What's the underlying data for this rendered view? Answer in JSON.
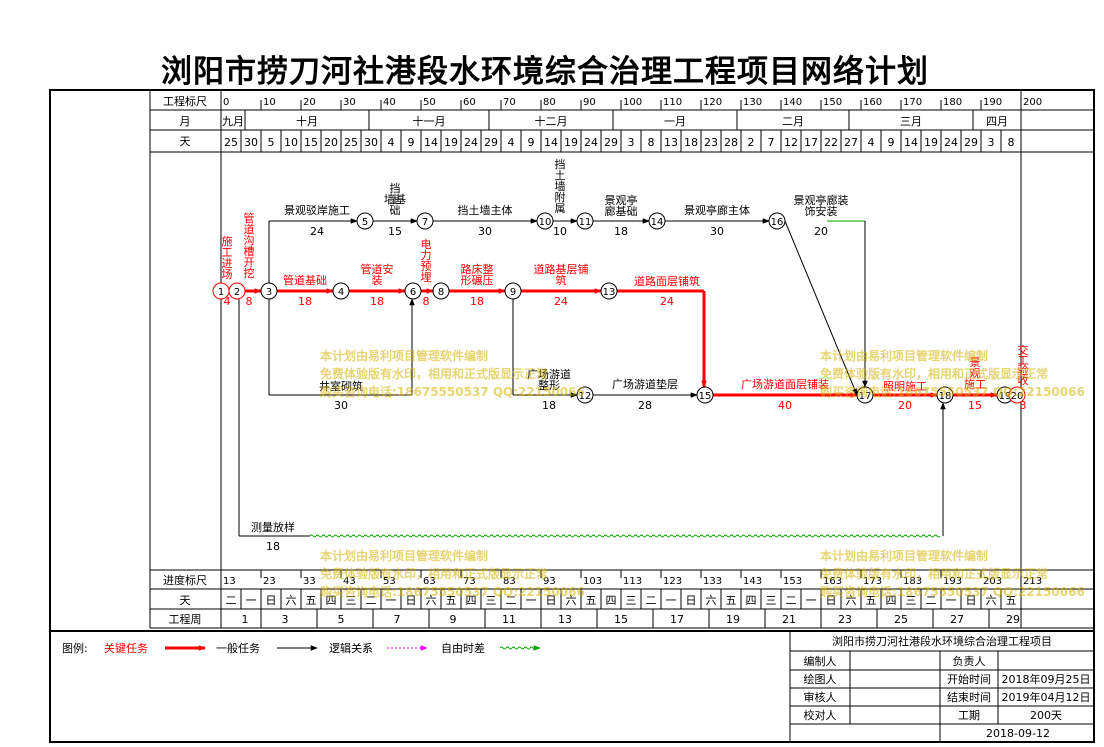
{
  "title": "浏阳市捞刀河社港段水环境综合治理工程项目网络计划",
  "header": {
    "scale_label": "工程标尺",
    "month_label": "月",
    "day_label": "天",
    "scale_ticks": [
      "0",
      "10",
      "20",
      "30",
      "40",
      "50",
      "60",
      "70",
      "80",
      "90",
      "100",
      "110",
      "120",
      "130",
      "140",
      "150",
      "160",
      "170",
      "180",
      "190",
      "200"
    ],
    "months": [
      {
        "label": "九月",
        "start": 0,
        "end": 6
      },
      {
        "label": "十月",
        "start": 6,
        "end": 37
      },
      {
        "label": "十一月",
        "start": 37,
        "end": 67
      },
      {
        "label": "十二月",
        "start": 67,
        "end": 98
      },
      {
        "label": "一月",
        "start": 98,
        "end": 129
      },
      {
        "label": "二月",
        "start": 129,
        "end": 157
      },
      {
        "label": "三月",
        "start": 157,
        "end": 188
      },
      {
        "label": "四月",
        "start": 188,
        "end": 200
      }
    ],
    "days": [
      "25",
      "30",
      "5",
      "10",
      "15",
      "20",
      "25",
      "30",
      "4",
      "9",
      "14",
      "19",
      "24",
      "29",
      "4",
      "9",
      "14",
      "19",
      "24",
      "29",
      "3",
      "8",
      "13",
      "18",
      "23",
      "28",
      "2",
      "7",
      "12",
      "17",
      "22",
      "27",
      "4",
      "9",
      "14",
      "19",
      "24",
      "29",
      "3",
      "8"
    ]
  },
  "footer": {
    "progress_label": "进度标尺",
    "weekday_label": "天",
    "week_label": "工程周",
    "progress_ticks": [
      "13",
      "23",
      "33",
      "43",
      "53",
      "63",
      "73",
      "83",
      "93",
      "103",
      "113",
      "123",
      "133",
      "143",
      "153",
      "163",
      "173",
      "183",
      "193",
      "203",
      "213"
    ],
    "weekdays": [
      "二",
      "一",
      "日",
      "六",
      "五",
      "四",
      "三",
      "二",
      "一",
      "日",
      "六",
      "五",
      "四",
      "三",
      "二",
      "一",
      "日",
      "六",
      "五",
      "四",
      "三",
      "二",
      "一",
      "日",
      "六",
      "五",
      "四",
      "三",
      "二",
      "一",
      "日",
      "六",
      "五",
      "四",
      "三",
      "二",
      "一",
      "日",
      "六",
      "五"
    ],
    "weeks": [
      {
        "label": "1",
        "start": 0,
        "end": 10
      },
      {
        "label": "3",
        "start": 10,
        "end": 24
      },
      {
        "label": "5",
        "start": 24,
        "end": 38
      },
      {
        "label": "7",
        "start": 38,
        "end": 52
      },
      {
        "label": "9",
        "start": 52,
        "end": 66
      },
      {
        "label": "11",
        "start": 66,
        "end": 80
      },
      {
        "label": "13",
        "start": 80,
        "end": 94
      },
      {
        "label": "15",
        "start": 94,
        "end": 108
      },
      {
        "label": "17",
        "start": 108,
        "end": 122
      },
      {
        "label": "19",
        "start": 122,
        "end": 136
      },
      {
        "label": "21",
        "start": 136,
        "end": 150
      },
      {
        "label": "23",
        "start": 150,
        "end": 164
      },
      {
        "label": "25",
        "start": 164,
        "end": 178
      },
      {
        "label": "27",
        "start": 178,
        "end": 192
      },
      {
        "label": "29",
        "start": 192,
        "end": 200
      }
    ]
  },
  "network": {
    "nodes": [
      {
        "id": "1",
        "t": 0,
        "lane": "critical"
      },
      {
        "id": "2",
        "t": 4,
        "lane": "critical"
      },
      {
        "id": "3",
        "t": 12,
        "lane": "critical"
      },
      {
        "id": "4",
        "t": 30,
        "lane": "critical"
      },
      {
        "id": "5",
        "t": 36,
        "lane": "top"
      },
      {
        "id": "6",
        "t": 48,
        "lane": "critical"
      },
      {
        "id": "7",
        "t": 51,
        "lane": "top"
      },
      {
        "id": "8",
        "t": 55,
        "lane": "critical"
      },
      {
        "id": "9",
        "t": 73,
        "lane": "critical"
      },
      {
        "id": "10",
        "t": 81,
        "lane": "top"
      },
      {
        "id": "11",
        "t": 91,
        "lane": "top"
      },
      {
        "id": "12",
        "t": 91,
        "lane": "lower"
      },
      {
        "id": "13",
        "t": 97,
        "lane": "critical"
      },
      {
        "id": "14",
        "t": 109,
        "lane": "top"
      },
      {
        "id": "15",
        "t": 121,
        "lane": "lower"
      },
      {
        "id": "16",
        "t": 139,
        "lane": "top"
      },
      {
        "id": "17",
        "t": 161,
        "lane": "lower"
      },
      {
        "id": "18",
        "t": 181,
        "lane": "lower"
      },
      {
        "id": "19",
        "t": 196,
        "lane": "lower"
      },
      {
        "id": "20",
        "t": 199,
        "lane": "lower"
      }
    ],
    "critical_tasks": [
      {
        "name": "施工进场",
        "dur": "4"
      },
      {
        "name": "管道沟槽开挖",
        "dur": "8"
      },
      {
        "name": "管道基础",
        "dur": "18"
      },
      {
        "name": "管道安装",
        "dur": "18"
      },
      {
        "name": "电力预埋",
        "dur": "8"
      },
      {
        "name": "路床整形碾压",
        "dur": "18"
      },
      {
        "name": "道路基层铺筑",
        "dur": "24"
      },
      {
        "name": "道路面层铺筑",
        "dur": "24"
      },
      {
        "name": "广场游道面层铺装",
        "dur": "40"
      },
      {
        "name": "照明施工",
        "dur": "20"
      },
      {
        "name": "景观绿化施工",
        "dur": "15"
      },
      {
        "name": "交工验收",
        "dur": "3"
      }
    ],
    "normal_tasks": [
      {
        "name": "景观驳岸施工",
        "dur": "24"
      },
      {
        "name": "挡土墙基础",
        "dur": "15"
      },
      {
        "name": "挡土墙主体",
        "dur": "30"
      },
      {
        "name": "挡土墙附属",
        "dur": "10"
      },
      {
        "name": "景观亭廊基础",
        "dur": "18"
      },
      {
        "name": "景观亭廊主体",
        "dur": "30"
      },
      {
        "name": "景观亭廊装饰安装",
        "dur": "20"
      },
      {
        "name": "井室砌筑",
        "dur": "30"
      },
      {
        "name": "广场游道整形",
        "dur": "18"
      },
      {
        "name": "广场游道垫层",
        "dur": "28"
      },
      {
        "name": "测量放样",
        "dur": "18"
      }
    ]
  },
  "watermarks": [
    "本计划由易利项目管理软件编制",
    "免费体验版有水印，相用和正式版显示正常",
    "购买咨询电话:18675550537 QQ:22150066"
  ],
  "legend": {
    "label": "图例:",
    "items": [
      "关键任务",
      "一般任务",
      "逻辑关系",
      "自由时差"
    ],
    "colors": {
      "critical": "#ff0000",
      "normal": "#000000",
      "logic": "#ff00ff",
      "float": "#00a000"
    }
  },
  "info": {
    "project": "浏阳市捞刀河社港段水环境综合治理工程项目",
    "rows": [
      {
        "l": "编制人",
        "v": "",
        "l2": "负责人",
        "v2": ""
      },
      {
        "l": "绘图人",
        "v": "",
        "l2": "开始时间",
        "v2": "2018年09月25日"
      },
      {
        "l": "审核人",
        "v": "",
        "l2": "结束时间",
        "v2": "2019年04月12日"
      },
      {
        "l": "校对人",
        "v": "",
        "l2": "工期",
        "v2": "200天"
      }
    ],
    "date": "2018-09-12"
  }
}
